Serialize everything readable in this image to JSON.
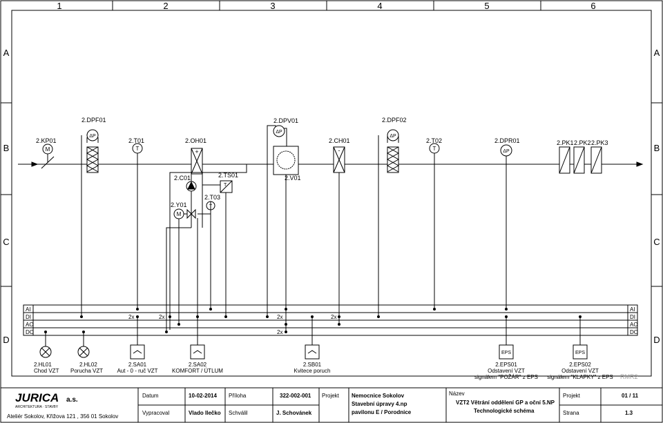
{
  "frame": {
    "columns": [
      "1",
      "2",
      "3",
      "4",
      "5",
      "6"
    ],
    "rows": [
      "A",
      "B",
      "C",
      "D"
    ]
  },
  "bus": {
    "labels": [
      "AI",
      "DI",
      "AO",
      "DO"
    ],
    "counts": {
      "di_sa01": "2x",
      "di_sa02": "2x",
      "di_dpv01": "2x",
      "di_ch01": "2x",
      "do_dpv01": "2x"
    }
  },
  "devices": {
    "kp01": "2.KP01",
    "dpf01": "2.DPF01",
    "t01": "2.T01",
    "oh01": "2.OH01",
    "c01": "2.C01",
    "ts01": "2.TS01",
    "t03": "2.T03",
    "y01": "2.Y01",
    "dpv01": "2.DPV01",
    "v01": "2.V01",
    "ch01": "2.CH01",
    "dpf02": "2.DPF02",
    "t02": "2.T02",
    "dpr01": "2.DPR01",
    "pk1": "2.PK1",
    "pk2": "2.PK2",
    "pk3": "2.PK3"
  },
  "symbols": {
    "motor": "M",
    "temp": "T",
    "dp": "ΔP",
    "plus": "+",
    "minus": "-",
    "eps": "EPS"
  },
  "field_devices": [
    {
      "id": "2.HL01",
      "desc": "Chod VZT"
    },
    {
      "id": "2.HL02",
      "desc": "Porucha VZT"
    },
    {
      "id": "2.SA01",
      "desc": "Aut - 0 - ruč VZT"
    },
    {
      "id": "2.SA02",
      "desc": "KOMFORT / ÚTLUM"
    },
    {
      "id": "2.SB01",
      "desc": "Kvitece poruch"
    },
    {
      "id": "2.EPS01",
      "desc": "Odstavení VZT",
      "desc2": "signálem \"POŽÁR\" z EPS"
    },
    {
      "id": "2.EPS02",
      "desc": "Odstavení VZT",
      "desc2": "signálem \"KLAPKY\" z EPS"
    }
  ],
  "rmr": "RMR2",
  "title_block": {
    "logo": "JURICA",
    "logo_suffix": "a.s.",
    "logo_tagline": "ARCHITEKTURA · STAVBY",
    "address": "Ateliér Sokolov, Křižova 121 , 356 01 Sokolov",
    "datum_label": "Datum",
    "datum_value": "10-02-2014",
    "priloha_label": "Příloha",
    "priloha_value": "322-002-001",
    "vypracoval_label": "Vypracoval",
    "vypracoval_value": "Vlado Ilečko",
    "schvalil_label": "Schválil",
    "schvalil_value": "J. Schovánek",
    "projekt_label": "Projekt",
    "projekt_line1": "Nemocnice Sokolov",
    "projekt_line2": "Stavební úpravy 4.np",
    "projekt_line3": "pavilonu E / Porodnice",
    "nazev_label": "Název",
    "nazev_line1": "VZT2 Větrání oddělení GP a oční 5.NP",
    "nazev_line2": "Technologické schéma",
    "projekt2_label": "Projekt",
    "projekt2_value": "01 / 11",
    "strana_label": "Strana",
    "strana_value": "1.3"
  }
}
